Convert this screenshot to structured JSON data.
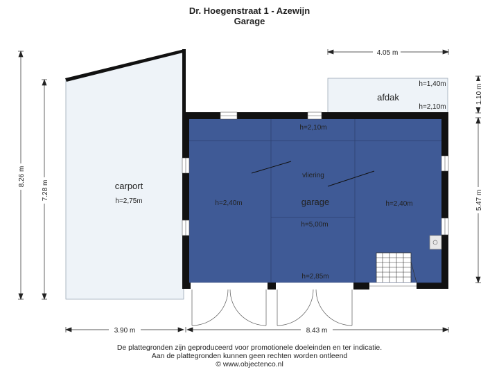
{
  "header": {
    "title": "Dr. Hoegenstraat 1 - Azewijn",
    "subtitle": "Garage"
  },
  "rooms": {
    "carport": {
      "name": "carport",
      "height": "h=2,75m"
    },
    "afdak": {
      "name": "afdak",
      "height_top": "h=1,40m",
      "height_bottom": "h=2,10m"
    },
    "garage": {
      "name": "garage",
      "height_top": "h=2,10m",
      "height_left": "h=2,40m",
      "height_right": "h=2,40m",
      "height_center": "h=5,00m",
      "height_bottom": "h=2,85m",
      "loft": "vliering"
    }
  },
  "dimensions": {
    "total_depth": "8.26 m",
    "carport_depth": "7.28 m",
    "afdak_width": "4.05 m",
    "afdak_depth": "1.10 m",
    "garage_depth": "5.47 m",
    "carport_width": "3.90 m",
    "garage_width": "8.43 m"
  },
  "footer": {
    "line1": "De plattegronden zijn geproduceerd voor promotionele doeleinden en ter indicatie.",
    "line2": "Aan de plattegronden kunnen geen rechten worden ontleend",
    "line3": "© www.objectenco.nl"
  },
  "colors": {
    "garage_fill": "#3f5a96",
    "carport_fill": "#eef3f8",
    "wall": "#111111"
  }
}
